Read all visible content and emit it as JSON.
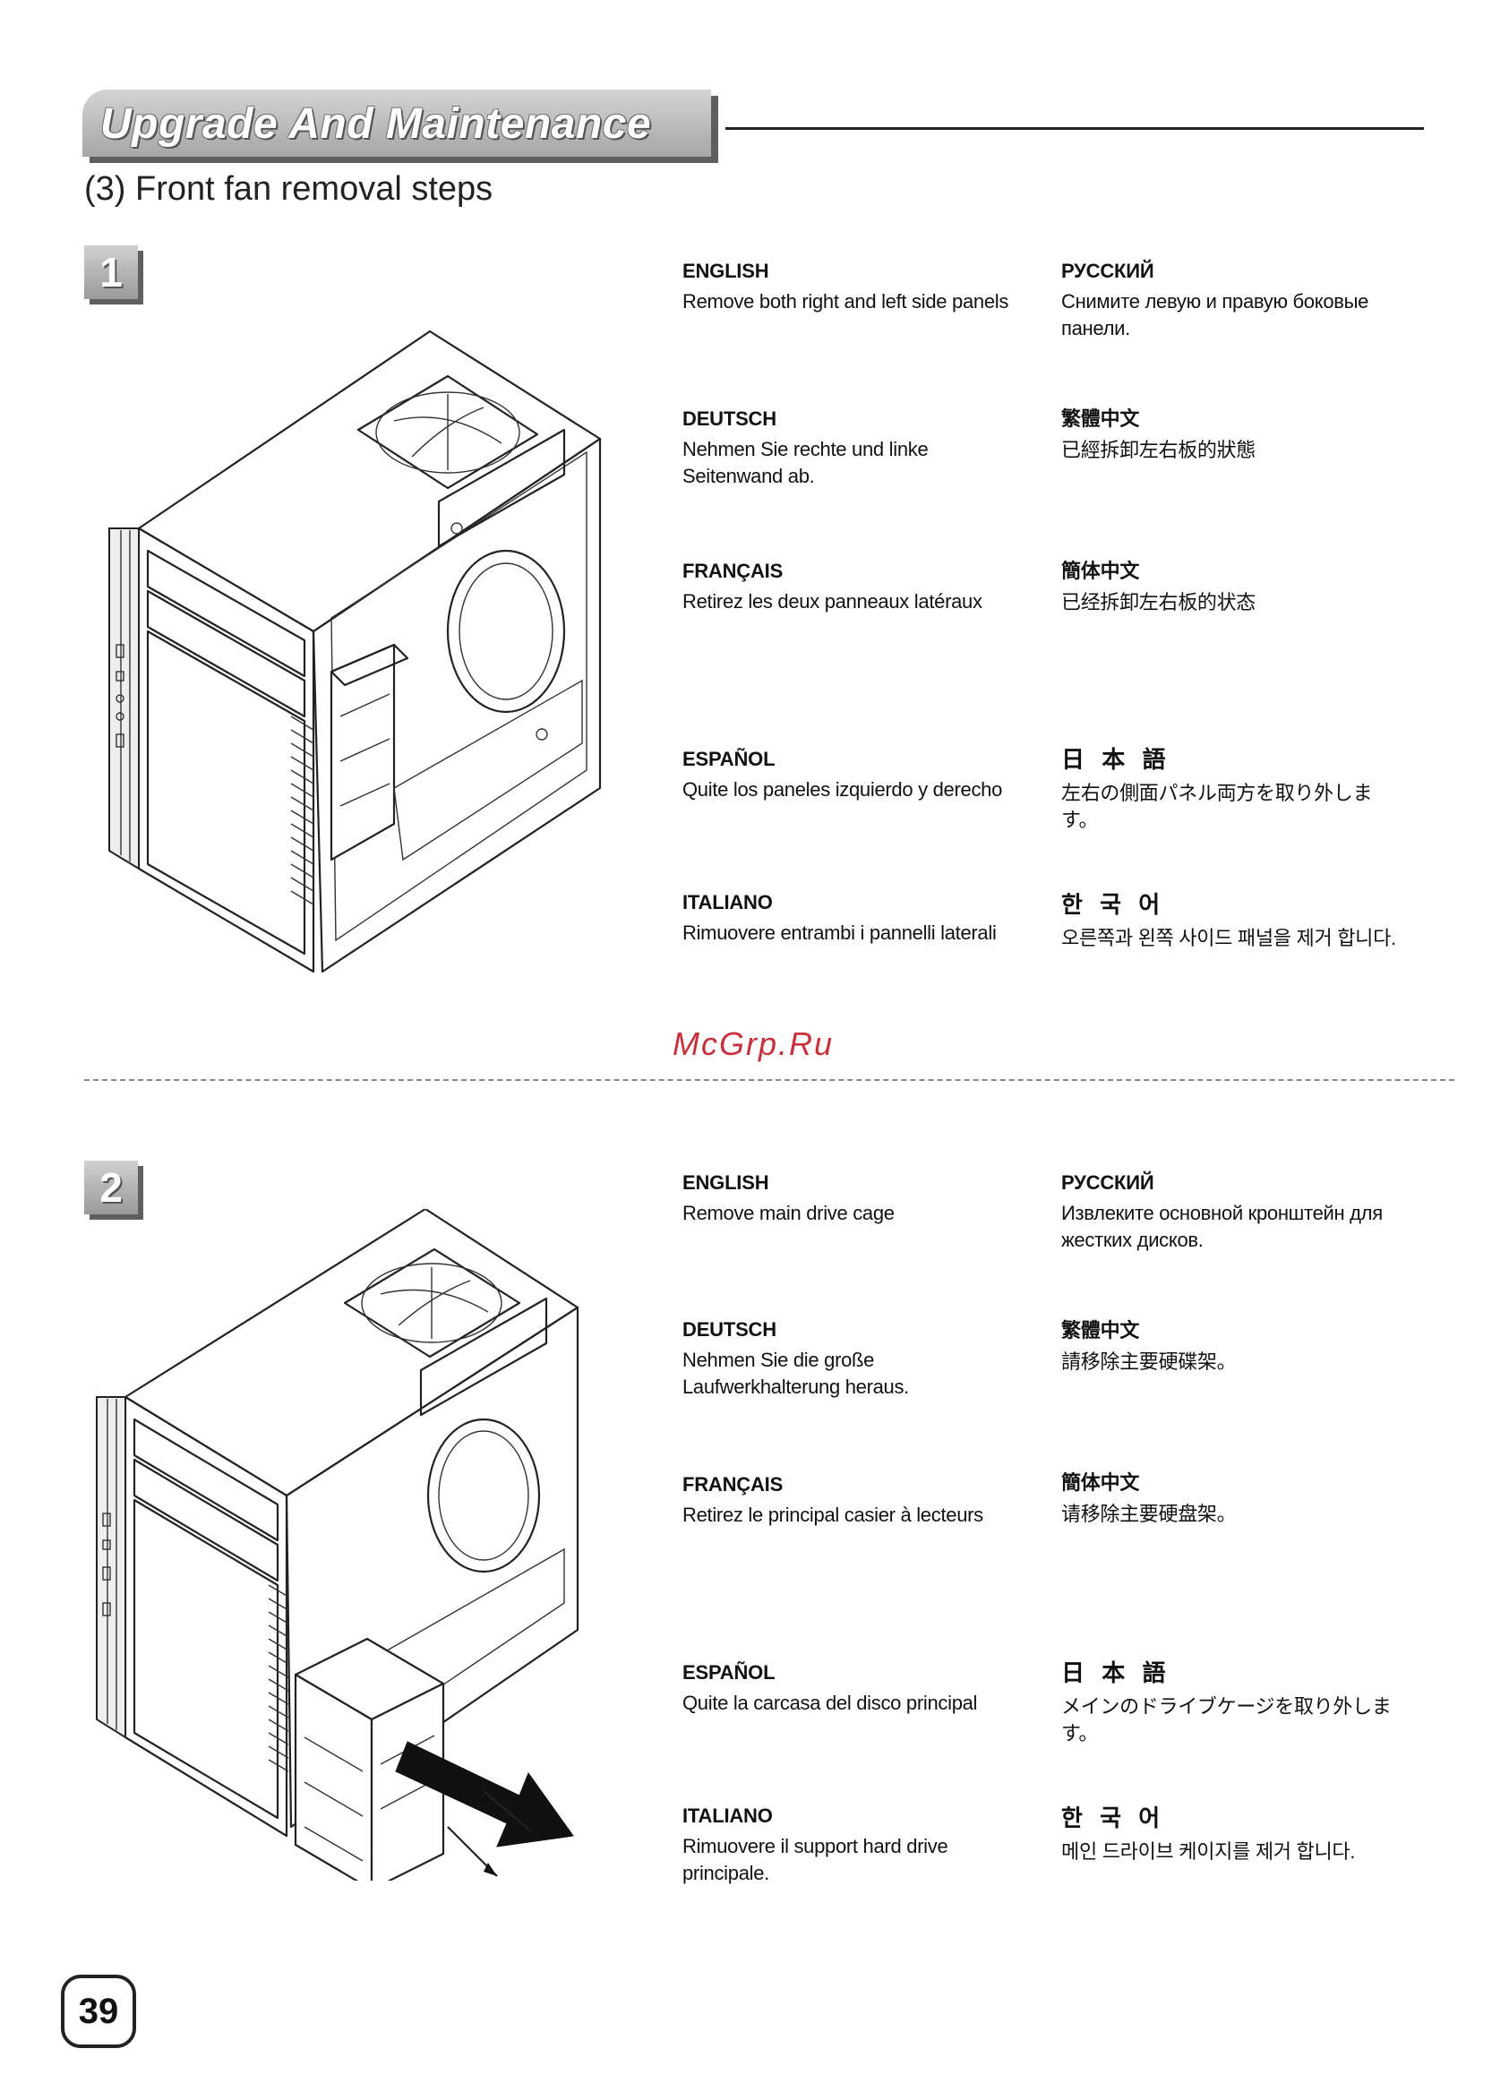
{
  "header": {
    "title": "Upgrade And Maintenance",
    "subtitle": "(3) Front fan removal steps"
  },
  "watermark": "McGrp.Ru",
  "page_number": "39",
  "steps": [
    {
      "number": "1",
      "instructions": {
        "english": {
          "title": "ENGLISH",
          "text": "Remove both right and left side panels"
        },
        "russian": {
          "title": "РУССКИЙ",
          "text": "Снимите левую и правую боковые панели."
        },
        "deutsch": {
          "title": "DEUTSCH",
          "text": "Nehmen Sie rechte und linke Seitenwand ab."
        },
        "trad_chinese": {
          "title": "繁體中文",
          "text": "已經拆卸左右板的狀態"
        },
        "francais": {
          "title": "FRANÇAIS",
          "text": "Retirez les deux panneaux latéraux"
        },
        "simp_chinese": {
          "title": "簡体中文",
          "text": "已经拆卸左右板的状态"
        },
        "espanol": {
          "title": "ESPAÑOL",
          "text": "Quite los paneles izquierdo y derecho"
        },
        "japanese": {
          "title": "日 本 語",
          "text": "左右の側面パネル両方を取り外します。"
        },
        "italiano": {
          "title": "ITALIANO",
          "text": "Rimuovere entrambi i pannelli laterali"
        },
        "korean": {
          "title": "한 국 어",
          "text": "오른쪽과 왼쪽 사이드 패널을 제거 합니다."
        }
      }
    },
    {
      "number": "2",
      "instructions": {
        "english": {
          "title": "ENGLISH",
          "text": "Remove main drive cage"
        },
        "russian": {
          "title": "РУССКИЙ",
          "text": "Извлеките основной кронштейн для жестких дисков."
        },
        "deutsch": {
          "title": "DEUTSCH",
          "text": "Nehmen Sie die große Laufwerkhalterung heraus."
        },
        "trad_chinese": {
          "title": "繁體中文",
          "text": "請移除主要硬碟架。"
        },
        "francais": {
          "title": "FRANÇAIS",
          "text": "Retirez le principal casier à lecteurs"
        },
        "simp_chinese": {
          "title": "簡体中文",
          "text": "请移除主要硬盘架。"
        },
        "espanol": {
          "title": "ESPAÑOL",
          "text": "Quite la carcasa del disco principal"
        },
        "japanese": {
          "title": "日 本 語",
          "text": "メインのドライブケージを取り外します。"
        },
        "italiano": {
          "title": "ITALIANO",
          "text": "Rimuovere il support hard drive principale."
        },
        "korean": {
          "title": "한 국 어",
          "text": "메인 드라이브 케이지를 제거 합니다."
        }
      }
    }
  ]
}
